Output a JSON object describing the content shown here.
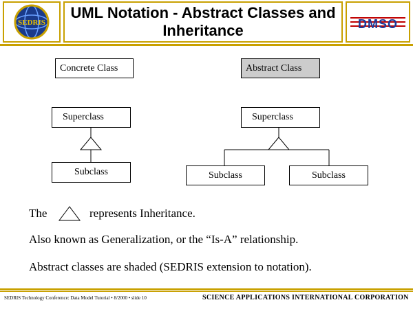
{
  "header": {
    "title": "UML Notation - Abstract Classes and Inheritance",
    "left_logo_text": "SEDRIS",
    "right_logo_text": "DMSO"
  },
  "diagram": {
    "concrete_label": "Concrete Class",
    "abstract_label": "Abstract Class",
    "left_superclass": "Superclass",
    "left_subclass": "Subclass",
    "right_superclass": "Superclass",
    "right_subclass_1": "Subclass",
    "right_subclass_2": "Subclass"
  },
  "body": {
    "inherit_prefix": "The",
    "inherit_suffix": "represents Inheritance.",
    "line2": "Also known as Generalization, or the “Is-A” relationship.",
    "line3": "Abstract classes are shaded (SEDRIS extension to notation)."
  },
  "footer": {
    "left": "SEDRIS Technology Conference: Data Model Tutorial • 8/2000 • slide 10",
    "right": "SCIENCE APPLICATIONS INTERNATIONAL CORPORATION"
  },
  "colors": {
    "gold_rule": "#c8a000",
    "abstract_shade": "#cccccc"
  }
}
